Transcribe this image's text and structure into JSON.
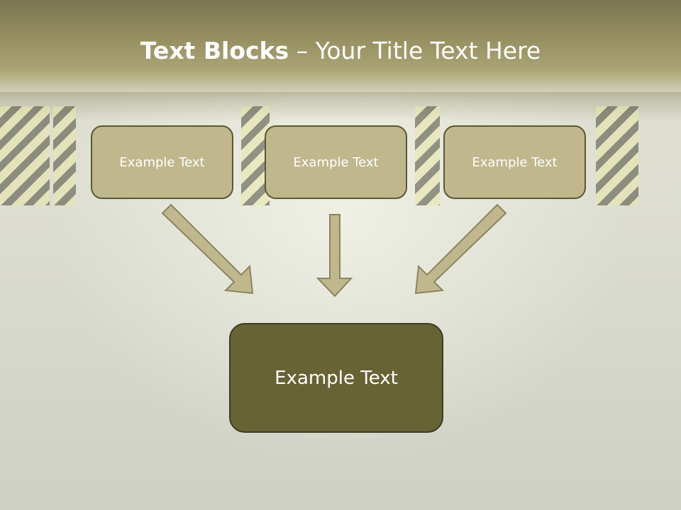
{
  "title": {
    "bold": "Text Blocks",
    "rest": " – Your Title Text Here"
  },
  "boxes": [
    {
      "label": "Example Text"
    },
    {
      "label": "Example Text"
    },
    {
      "label": "Example Text"
    }
  ],
  "main_box": {
    "label": "Example Text"
  },
  "colors": {
    "title_band": "#948d5f",
    "box_fill": "#c0b78c",
    "box_border": "#5a5836",
    "main_fill": "#676334",
    "arrow_fill": "#c0b78c"
  }
}
